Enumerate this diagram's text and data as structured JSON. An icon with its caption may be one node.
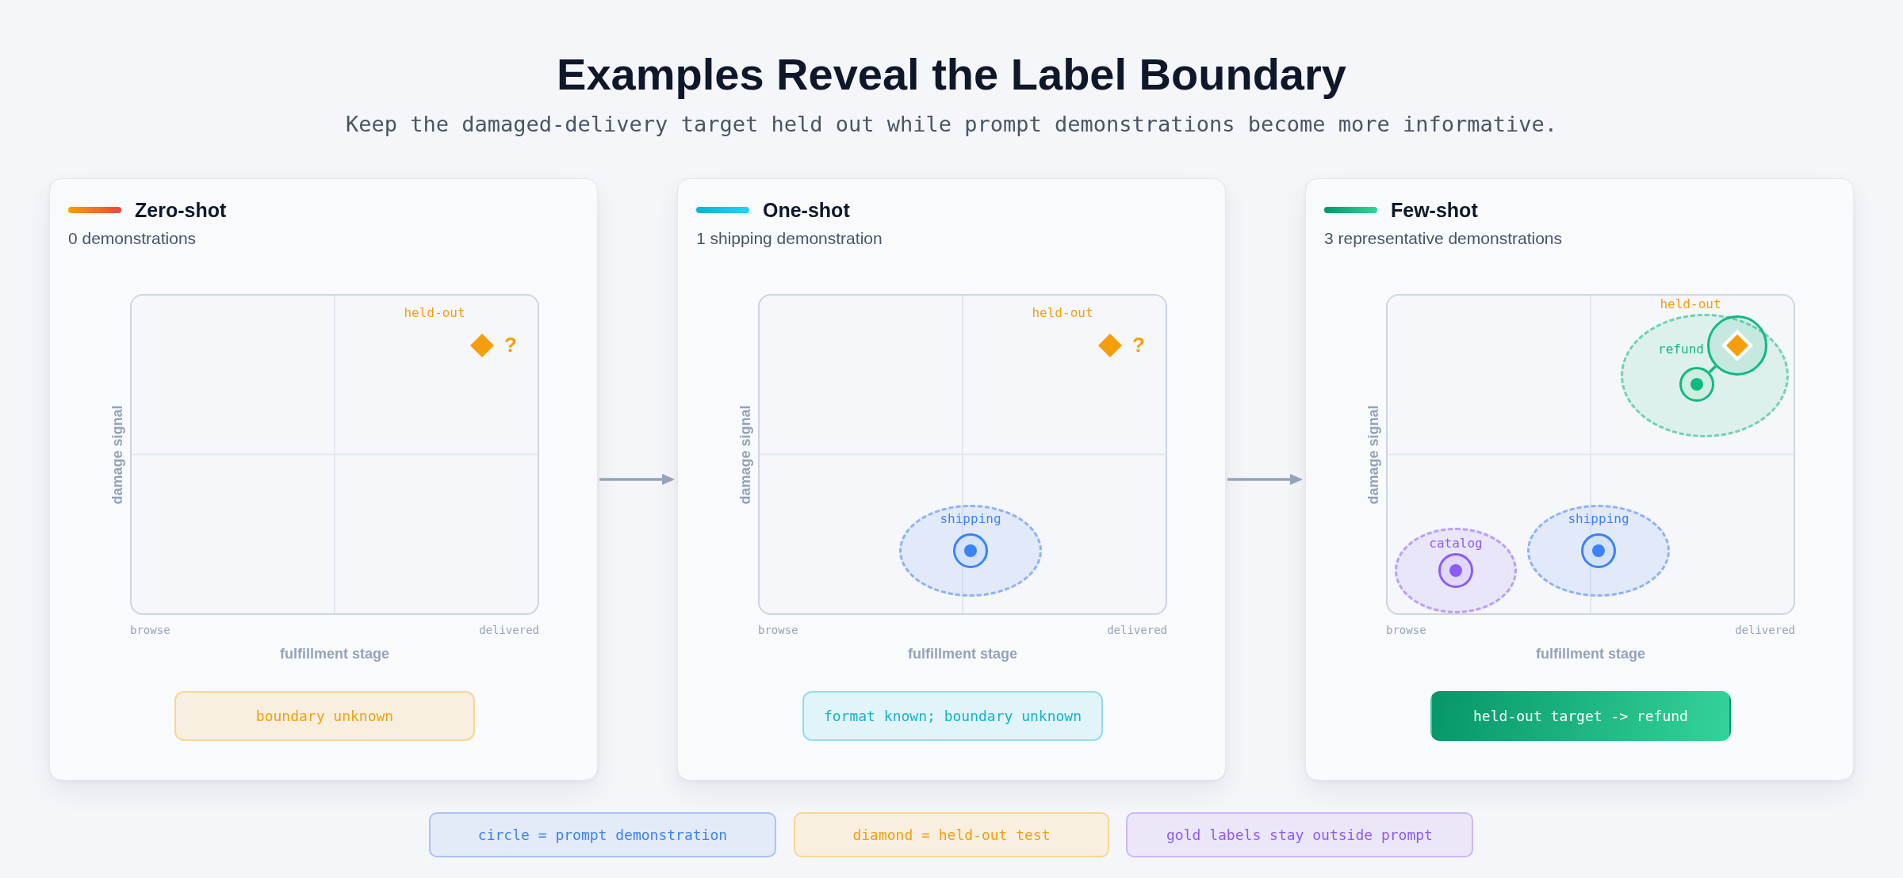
{
  "diagram": {
    "title": "Examples Reveal the Label Boundary",
    "nodes": [
      {
        "text": [
          "Zero-shot",
          "0 demonstrations"
        ]
      },
      {
        "text": [],
        "shape": "box",
        "in": 0,
        "beside": [
          "damage signal",
          "browse",
          "delivered",
          "fulfillment stage"
        ]
      },
      {
        "text": [],
        "shape": "diamond",
        "in": 1,
        "beside": [
          "held-out",
          "?"
        ]
      },
      {
        "text": [
          "boundary unknown"
        ],
        "in": 0
      },
      {
        "text": [
          "One-shot",
          "1 shipping demonstration"
        ]
      },
      {
        "text": [],
        "shape": "box",
        "in": 4,
        "beside": [
          "damage signal",
          "browse",
          "delivered",
          "fulfillment stage"
        ]
      },
      {
        "text": [],
        "shape": "diamond",
        "in": 5,
        "beside": [
          "held-out",
          "?"
        ]
      },
      {
        "text": [
          "shipping"
        ],
        "in": 5
      },
      {
        "text": [],
        "shape": "circle",
        "in": 7
      },
      {
        "text": [
          "format known; boundary unknown"
        ],
        "in": 4
      },
      {
        "text": [
          "Few-shot",
          "3 representative demonstrations"
        ]
      },
      {
        "text": [],
        "shape": "box",
        "in": 10,
        "beside": [
          "damage signal",
          "browse",
          "delivered",
          "fulfillment stage"
        ]
      },
      {
        "text": [
          "refund"
        ],
        "in": 11
      },
      {
        "text": [],
        "shape": "circle",
        "in": 12
      },
      {
        "text": [],
        "shape": "circle",
        "in": 12
      },
      {
        "text": [],
        "shape": "diamond",
        "in": 14,
        "beside": [
          "held-out"
        ]
      },
      {
        "text": [
          "catalog"
        ],
        "in": 11
      },
      {
        "text": [],
        "shape": "circle",
        "in": 16
      },
      {
        "text": [
          "shipping"
        ],
        "in": 11
      },
      {
        "text": [],
        "shape": "circle",
        "in": 18
      },
      {
        "text": [
          "held-out target -> refund"
        ],
        "in": 10
      },
      {
        "text": [
          "circle = prompt demonstration"
        ]
      },
      {
        "text": [
          "diamond = held-out test"
        ]
      },
      {
        "text": [
          "gold labels stay outside prompt"
        ]
      }
    ],
    "edges": [
      {
        "from": 0,
        "to": 4,
        "arrow": "to"
      },
      {
        "from": 4,
        "to": 10,
        "arrow": "to"
      },
      {
        "from": 13,
        "to": 14,
        "arrow": "none",
        "color": "#10b981"
      }
    ],
    "labels": [
      "Keep the damaged-delivery target held out while prompt demonstrations become more informative."
    ]
  }
}
